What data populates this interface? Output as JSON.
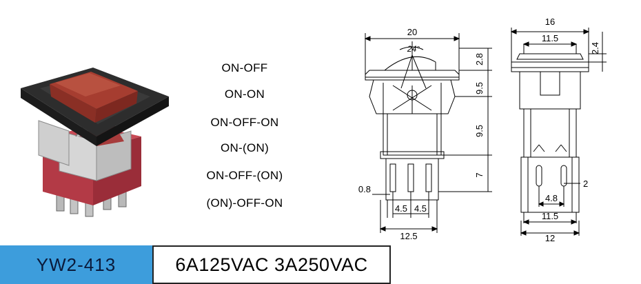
{
  "functions": [
    "ON-OFF",
    "ON-ON",
    "ON-OFF-ON",
    "ON-(ON)",
    "ON-OFF-(ON)",
    "(ON)-OFF-ON"
  ],
  "model": "YW2-413",
  "rating": "6A125VAC 3A250VAC",
  "front_view": {
    "width": "20",
    "angle": "24°",
    "pin_width": "0.8",
    "pitch_left": "4.5",
    "pitch_right": "4.5",
    "bottom_width": "12.5",
    "h_top": "2.8",
    "h_mid": "9.5",
    "h_body": "9.5",
    "h_pins": "7"
  },
  "side_view": {
    "width_top": "16",
    "width_inner": "11.5",
    "h_top": "2.4",
    "pin_thickness": "2",
    "pin_width": "4.8",
    "body_width": "11.5",
    "bottom_width": "12"
  }
}
